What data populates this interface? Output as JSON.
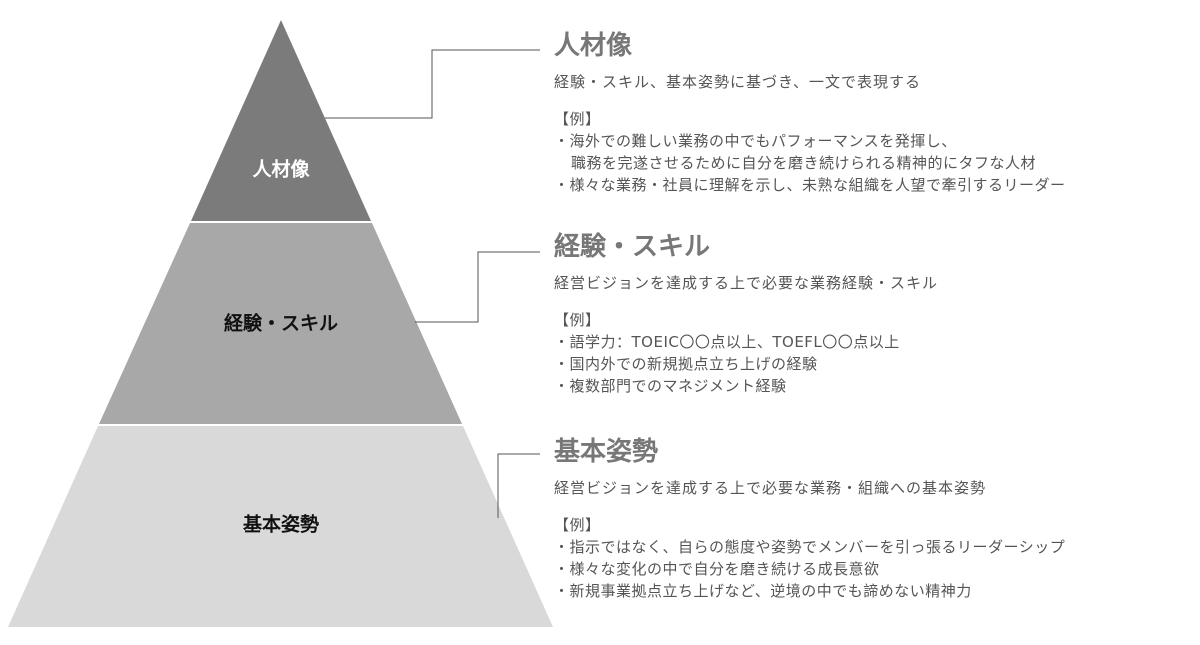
{
  "colors": {
    "top": "#7b7b7b",
    "middle": "#a8a8a8",
    "bottom": "#d9d9d9",
    "connector": "#555555"
  },
  "pyramid": {
    "top_label": "人材像",
    "middle_label": "経験・スキル",
    "bottom_label": "基本姿勢"
  },
  "sections": [
    {
      "title": "人材像",
      "subtitle": "経験・スキル、基本姿勢に基づき、一文で表現する",
      "example_header": "【例】",
      "items": [
        "・海外での難しい業務の中でもパフォーマンスを発揮し、",
        "職務を完遂させるために自分を磨き続けられる精神的にタフな人材",
        "・様々な業務・社員に理解を示し、未熟な組織を人望で牽引するリーダー"
      ]
    },
    {
      "title": "経験・スキル",
      "subtitle": "経営ビジョンを達成する上で必要な業務経験・スキル",
      "example_header": "【例】",
      "items": [
        "・語学力：TOEIC〇〇点以上、TOEFL〇〇点以上",
        "・国内外での新規拠点立ち上げの経験",
        "・複数部門でのマネジメント経験"
      ]
    },
    {
      "title": "基本姿勢",
      "subtitle": "経営ビジョンを達成する上で必要な業務・組織への基本姿勢",
      "example_header": "【例】",
      "items": [
        "・指示ではなく、自らの態度や姿勢でメンバーを引っ張るリーダーシップ",
        "・様々な変化の中で自分を磨き続ける成長意欲",
        "・新規事業拠点立ち上げなど、逆境の中でも諦めない精神力"
      ]
    }
  ]
}
